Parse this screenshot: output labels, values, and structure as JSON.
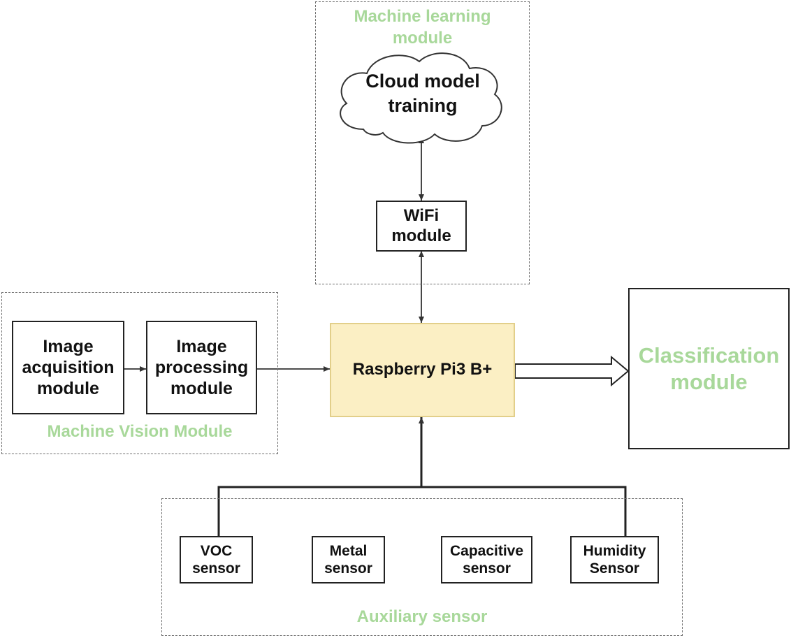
{
  "groups": {
    "machine_learning": "Machine learning\nmodule",
    "machine_vision": "Machine Vision Module",
    "auxiliary": "Auxiliary sensor"
  },
  "nodes": {
    "cloud": "Cloud model\ntraining",
    "wifi": "WiFi\nmodule",
    "image_acquisition": "Image\nacquisition\nmodule",
    "image_processing": "Image\nprocessing\nmodule",
    "raspberry": "Raspberry Pi3 B+",
    "classification": "Classification\nmodule",
    "voc": "VOC\nsensor",
    "metal": "Metal\nsensor",
    "capacitive": "Capacitive\nsensor",
    "humidity": "Humidity\nSensor"
  },
  "colors": {
    "group_label": "#a8d89a",
    "processor_fill": "#fbefc4",
    "processor_border": "#e2cf8a"
  }
}
